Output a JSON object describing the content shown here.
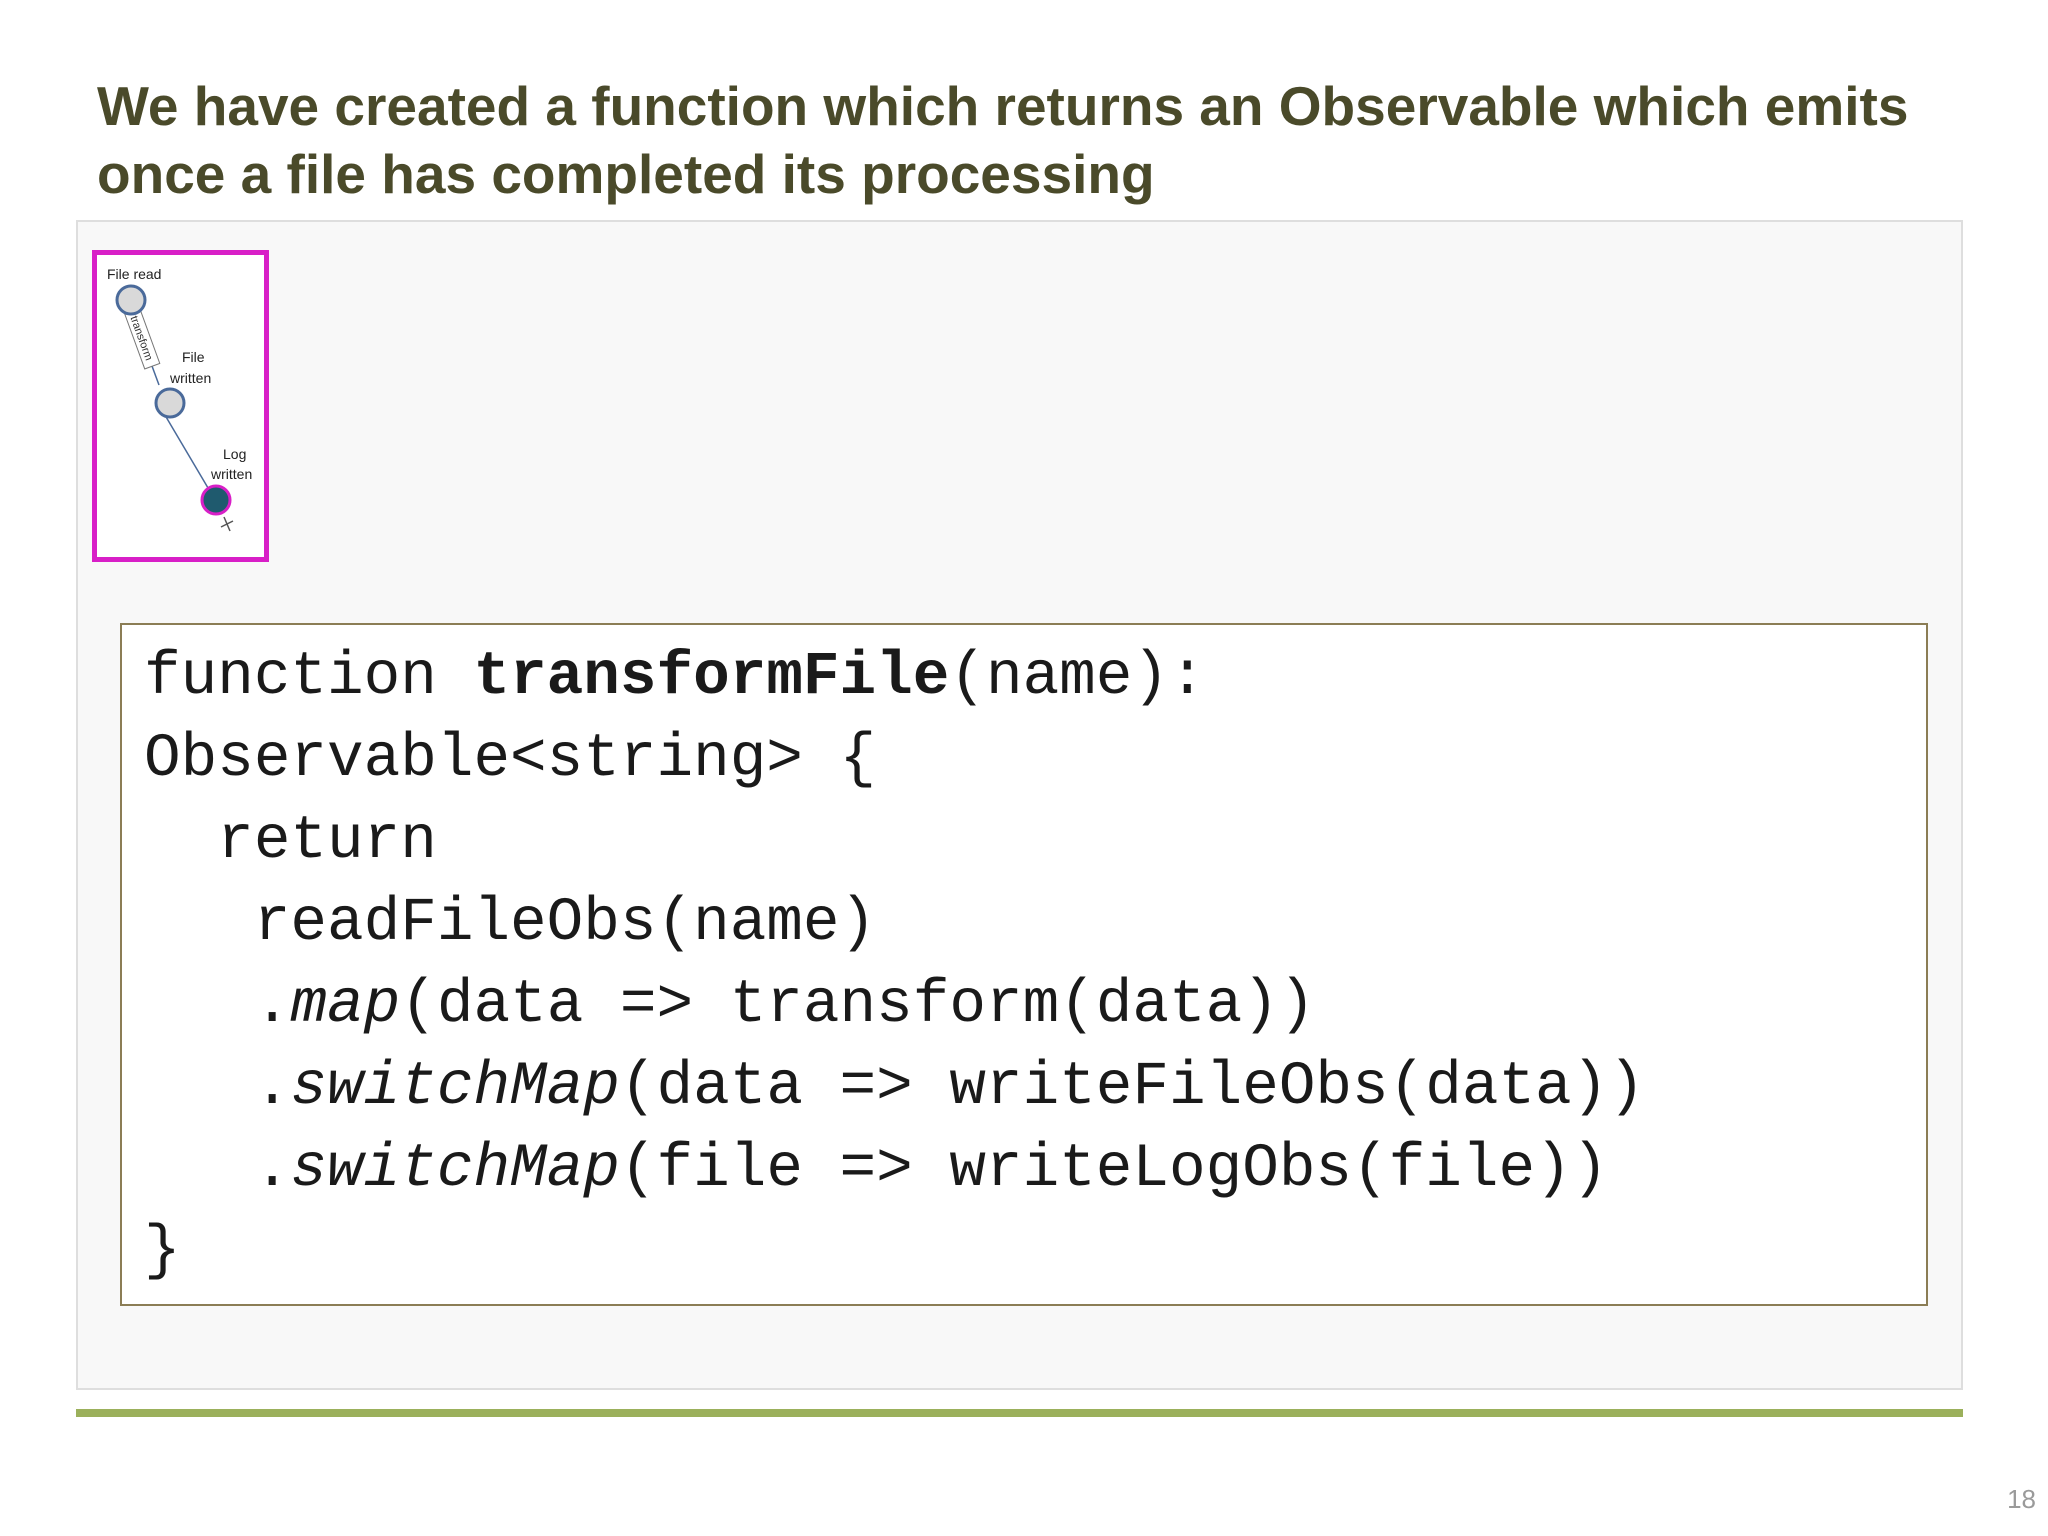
{
  "slide": {
    "title_lines": [
      "We have created a function which returns an Observable which emits",
      "once a file has completed its processing"
    ],
    "page_number": "18"
  },
  "diagram": {
    "labels": {
      "file_read": "File read",
      "transform": "transform",
      "file_written_1": "File",
      "file_written_2": "written",
      "log_written_1": "Log",
      "log_written_2": "written"
    },
    "colors": {
      "border": "#d81fc7",
      "node_fill": "#d9d9d9",
      "node_stroke": "#4a6a9a",
      "final_node_fill": "#1f5a6e",
      "final_node_stroke": "#d81fc7"
    }
  },
  "code": {
    "line1": {
      "kw": "function ",
      "fn": "transformFile",
      "rest": "(name):"
    },
    "line2": "Observable<string> {",
    "line3": "  return",
    "line4": "   readFileObs(name)",
    "line5": {
      "dot": "   .",
      "op": "map",
      "rest": "(data => transform(data))"
    },
    "line6": {
      "dot": "   .",
      "op": "switchMap",
      "rest": "(data => writeFileObs(data))"
    },
    "line7": {
      "dot": "   .",
      "op": "switchMap",
      "rest": "(file => writeLogObs(file))"
    },
    "line8": "}"
  }
}
